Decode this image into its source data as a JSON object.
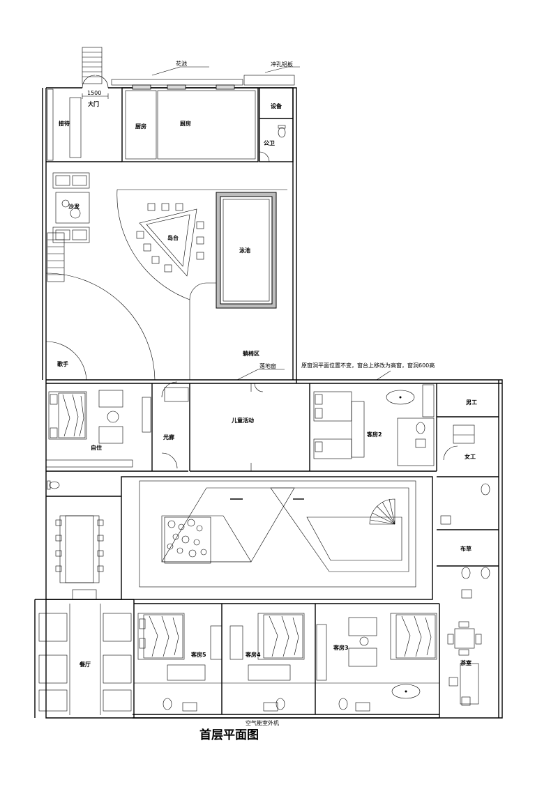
{
  "plan": {
    "title": "首层平面图",
    "rooms": {
      "main_door": "大门",
      "door_width": "1500",
      "reception": "接待",
      "kitchen_small": "厨房",
      "kitchen": "厨房",
      "equipment": "设备",
      "public_wc": "公卫",
      "flower_pool": "花池",
      "perforated_panel": "冲孔铝板",
      "sofa": "沙发",
      "island": "岛台",
      "pool": "泳池",
      "lounge": "躺椅区",
      "singer": "歌手",
      "floor_window": "落地窗",
      "window_note": "原窗洞平面位置不变，窗台上移改为高窗，窗洞600高",
      "owner": "自住",
      "light_corridor": "光廊",
      "kids": "儿童活动",
      "guest2": "客房2",
      "male_staff": "男工",
      "female_staff": "女工",
      "linen": "布草",
      "dining": "餐厅",
      "guest5": "客房5",
      "guest4": "客房4",
      "guest3": "客房3",
      "tea_room": "茶室",
      "ac_outdoor": "空气能室外机"
    }
  }
}
